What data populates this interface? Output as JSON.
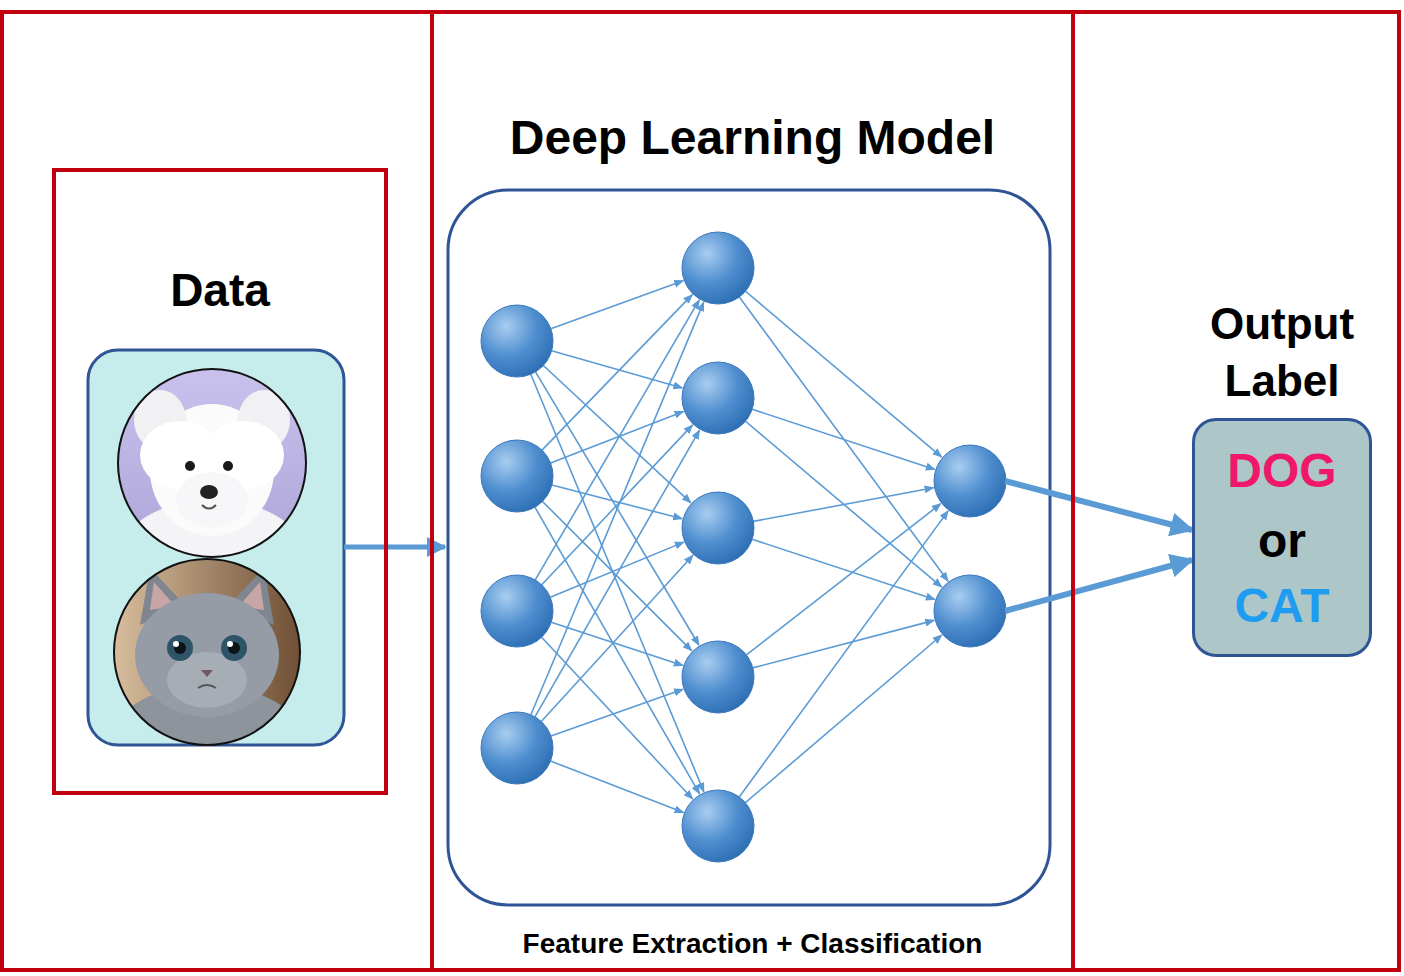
{
  "diagram": {
    "nodes": [
      {
        "text": [
          "Data"
        ]
      },
      {
        "text": [
          "Deep Learning Model",
          "Feature Extraction + Classification"
        ]
      },
      {
        "text": [
          "Output Label",
          "DOG",
          "or",
          "CAT"
        ]
      }
    ],
    "edges": [
      {
        "from": 0,
        "to": 1,
        "arrow": "to"
      },
      {
        "from": 1,
        "to": 2,
        "arrow": "to"
      },
      {
        "from": 1,
        "to": 2,
        "arrow": "to"
      }
    ]
  }
}
